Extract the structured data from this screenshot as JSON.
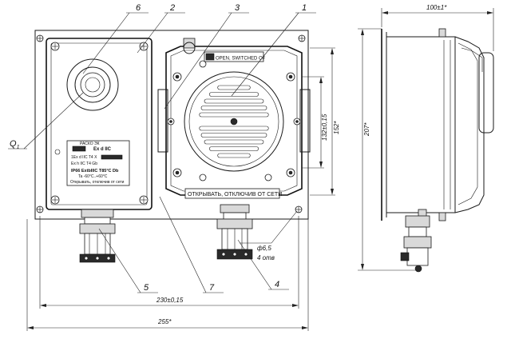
{
  "callouts": {
    "c1": "1",
    "c2": "2",
    "c3": "3",
    "c4": "4",
    "c5": "5",
    "c6": "6",
    "c7": "7",
    "q1": "Q",
    "q1_sub": "1"
  },
  "dimensions": {
    "width_overall": "255*",
    "width_mount": "230±0,15",
    "height_overall": "207*",
    "height_box_outer": "152*",
    "height_box_inner": "132±0,15",
    "depth": "100±1*",
    "hole_diameter": "ф6,5",
    "hole_count": "4 отв"
  },
  "plates": {
    "open_switched_off": "OPEN, SWITCHED OF",
    "open_switch_off_ru": "ОТКРЫВАТЬ, ОТКЛЮЧИВ ОТ СЕТИ",
    "nameplate_lines": [
      "РАСКО ЭК",
      "Ex d IIC",
      "1Ex d IIC T4 X",
      "Ex h IIC T4 Gb",
      "IP66 ExtbIIIC T85°C Db",
      "Ta -60°C..+60°C",
      "Открывать, отключив от сети"
    ]
  }
}
